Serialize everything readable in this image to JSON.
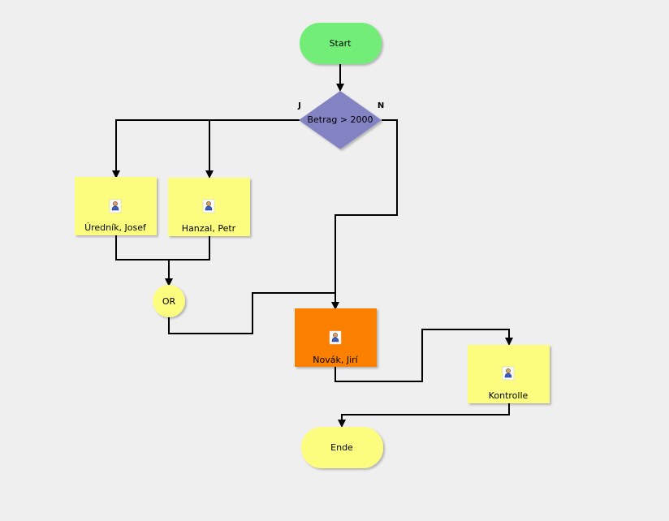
{
  "diagram": {
    "start": {
      "label": "Start",
      "color": "#72ee78"
    },
    "decision": {
      "label": "Betrag > 2000",
      "color": "#8383c4",
      "yes_label": "J",
      "no_label": "N"
    },
    "tasks": [
      {
        "label": "Úredník, Josef",
        "icon": "user-icon",
        "color": "#fcfc7f"
      },
      {
        "label": "Hanzal, Petr",
        "icon": "user-icon",
        "color": "#fcfc7f"
      },
      {
        "label": "Novák, Jirí",
        "icon": "user-icon",
        "color": "#fc8003"
      },
      {
        "label": "Kontrolle",
        "icon": "user-icon",
        "color": "#fcfc7f"
      }
    ],
    "gateway": {
      "label": "OR",
      "color": "#fcfc7f"
    },
    "end": {
      "label": "Ende",
      "color": "#fcfc7f"
    }
  }
}
